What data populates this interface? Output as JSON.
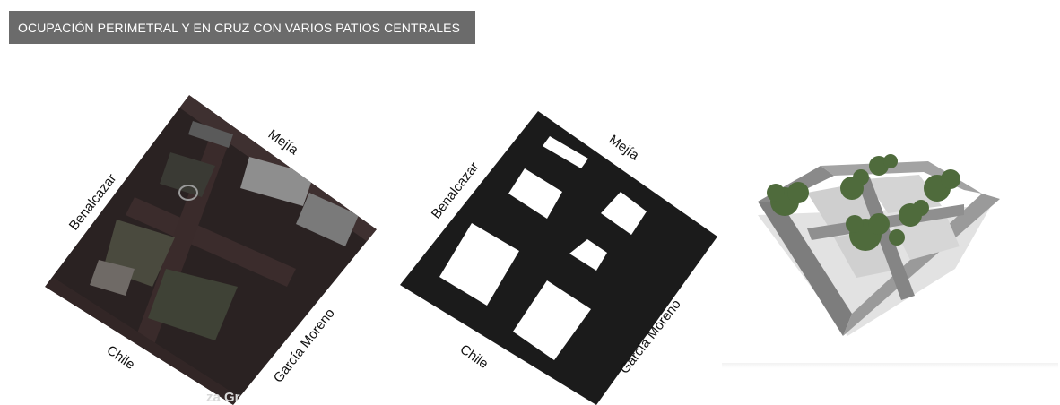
{
  "header": {
    "title": "OCUPACIÓN PERIMETRAL Y EN CRUZ CON VARIOS PATIOS CENTRALES"
  },
  "panels": {
    "aerial": {
      "streets": {
        "north": "Mejía",
        "west": "Benalcazar",
        "south": "Chile",
        "east": "García Moreno"
      },
      "watermark": "za Gr"
    },
    "plan": {
      "streets": {
        "north": "Mejía",
        "west": "Benalcazar",
        "south": "Chile",
        "east": "García Moreno"
      }
    }
  },
  "colors": {
    "title_bg": "#6b6b6b",
    "plan_fill": "#1b1b1b",
    "aerial_base": "#2a2222",
    "roof": "#8e8e8e",
    "tree": "#4f6b3c"
  }
}
